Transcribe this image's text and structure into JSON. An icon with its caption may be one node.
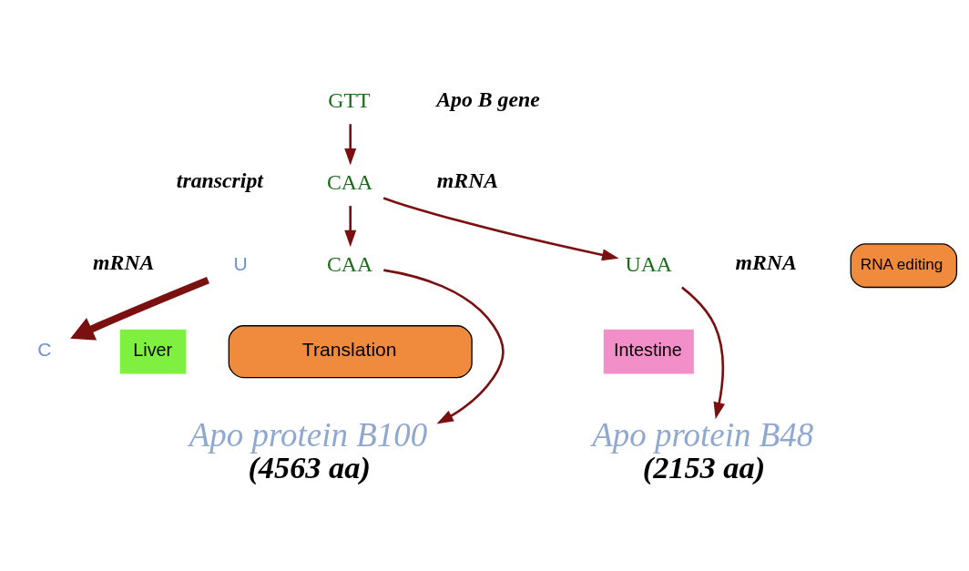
{
  "diagram": {
    "nodes": [
      {
        "text": [
          "GTT"
        ]
      },
      {
        "text": [
          "CAA"
        ]
      },
      {
        "text": [
          "RNA editing"
        ]
      },
      {
        "text": [
          "U"
        ]
      },
      {
        "text": [
          "C"
        ]
      },
      {
        "text": [
          "CAA"
        ]
      },
      {
        "text": [
          "UAA"
        ]
      },
      {
        "text": [
          "Liver"
        ]
      },
      {
        "text": [
          "Translation"
        ]
      },
      {
        "text": [
          "Intestine"
        ]
      },
      {
        "text": [
          "Apo protein B100",
          "(4563 aa)"
        ]
      },
      {
        "text": [
          "Apo protein B48",
          "(2153 aa)"
        ]
      }
    ],
    "edges": [
      {
        "from": 0,
        "to": 1,
        "arrow": "to"
      },
      {
        "from": 1,
        "to": 5,
        "arrow": "to"
      },
      {
        "from": 1,
        "to": 6,
        "arrow": "to"
      },
      {
        "from": 3,
        "to": 4,
        "arrow": "to",
        "style": "thick"
      },
      {
        "from": 5,
        "to": 10,
        "arrow": "to"
      },
      {
        "from": 6,
        "to": 11,
        "arrow": "to"
      }
    ],
    "labels": [
      "Apo B gene",
      "transcript",
      "mRNA",
      "mRNA",
      "mRNA"
    ]
  }
}
